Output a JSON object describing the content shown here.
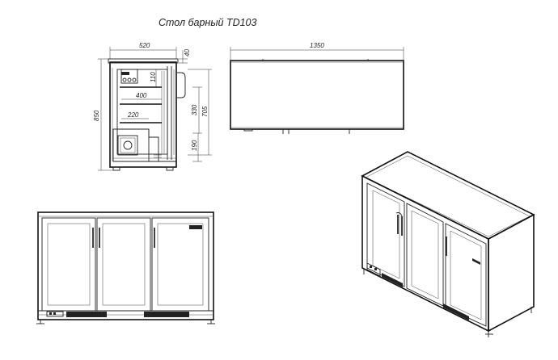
{
  "title": "Стол барный TD103",
  "dimensions": {
    "depth": "520",
    "top_offset": "40",
    "height": "850",
    "width": "1350",
    "shelf_upper_height": "110",
    "shelf_depth_upper": "400",
    "shelf_spacing": "330",
    "inner_height": "705",
    "shelf_depth_lower": "220",
    "bottom_section": "190"
  },
  "views": {
    "side": "side-section-view",
    "top": "top-view",
    "front": "front-view",
    "iso": "isometric-view"
  }
}
